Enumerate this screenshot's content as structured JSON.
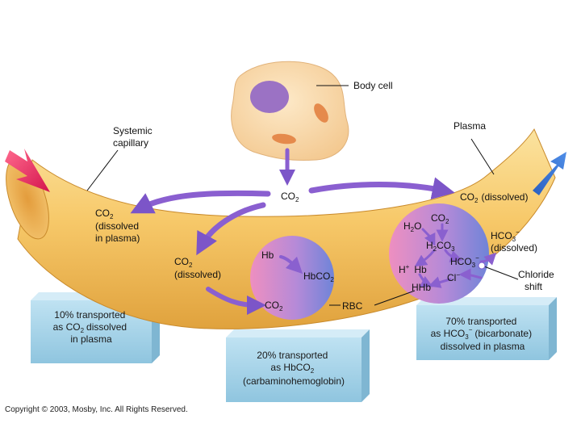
{
  "labels": {
    "body_cell": "Body cell",
    "systemic_capillary": [
      "Systemic",
      "capillary"
    ],
    "plasma": "Plasma",
    "co2_center": "CO",
    "co2_left": "CO",
    "co2_left_sub": [
      "(dissolved",
      "in plasma)"
    ],
    "co2_mid": "CO",
    "co2_mid_sub": "(dissolved)",
    "co2_right": "CO",
    "co2_right_sub": "(dissolved)",
    "hb": "Hb",
    "hbco2": "HbCO",
    "co2_rbc": "CO",
    "rbc": "RBC",
    "h2o": "H",
    "h2o_tail": "O",
    "co2_rbc2": "CO",
    "h2co3_h": "H",
    "h2co3_co": "CO",
    "hco3_inner": "HCO",
    "h_plus_hb": "H",
    "h_plus_hb_tail": "Hb",
    "cl_minus": "Cl",
    "hhb": "HHb",
    "hco3_out": "HCO",
    "hco3_out_sub": "(dissolved)",
    "chloride_shift": [
      "Chloride",
      "shift"
    ],
    "sub2": "2",
    "sub3": "3",
    "sup_minus": "−",
    "sup_plus": "+"
  },
  "boxes": {
    "left": [
      "10% transported",
      "as CO",
      "dissolved",
      "in plasma"
    ],
    "middle": [
      "20% transported",
      "as HbCO",
      "(carbaminohemoglobin)"
    ],
    "right": [
      "70% transported",
      "as HCO",
      "(bicarbonate)",
      "dissolved in plasma"
    ]
  },
  "copyright": "Copyright © 2003, Mosby, Inc. All Rights Reserved.",
  "colors": {
    "vessel": "#f7c96a",
    "vessel_dark": "#e3a53c",
    "cell": "#f8d8a8",
    "nucleus": "#9a6fc0",
    "mito": "#e58a4c",
    "rbc_left": "#e58fc3",
    "rbc_right": "#7a7fd6",
    "arrow_purple": "#8a5fd0",
    "arrow_in": "#e0225a",
    "arrow_out": "#2a63c7",
    "box": "#9fcfe6"
  }
}
